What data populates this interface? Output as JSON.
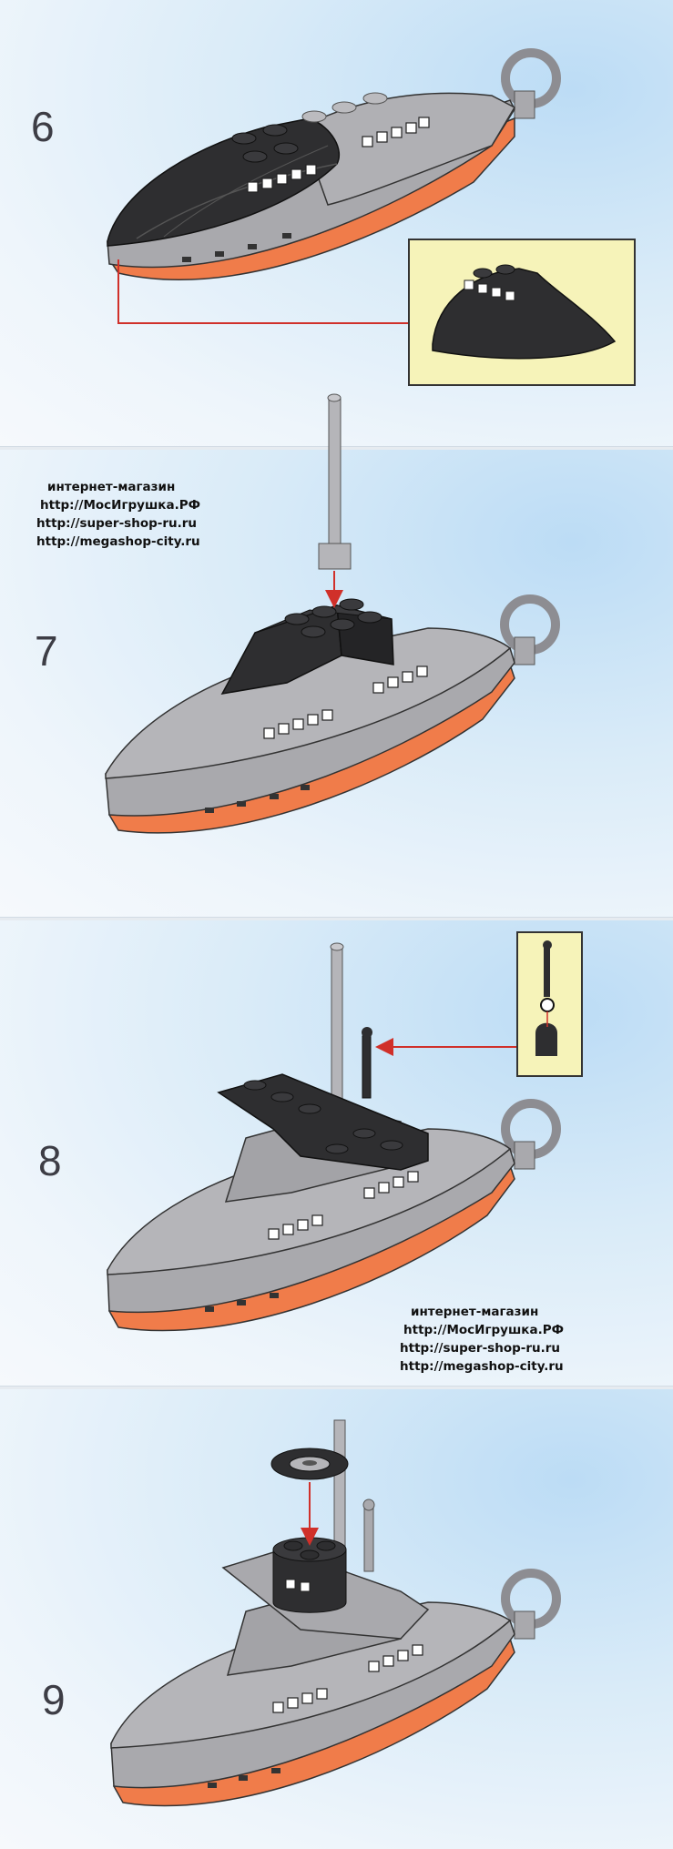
{
  "steps": [
    {
      "number": "6"
    },
    {
      "number": "7"
    },
    {
      "number": "8"
    },
    {
      "number": "9"
    }
  ],
  "watermark": {
    "line1": "интернет-магазин",
    "line2": "http://МосИгрушка.РФ",
    "line3": "http://super-shop-ru.ru",
    "line4": "http://megashop-city.ru"
  },
  "colors": {
    "hull_grey": "#a9a9ad",
    "hull_dark": "#8d8d92",
    "hull_black": "#2e2e30",
    "hull_orange": "#f07c4a",
    "arrow_red": "#d0302a",
    "callout_bg": "#f6f3b9",
    "background": "#d9ebf8"
  }
}
